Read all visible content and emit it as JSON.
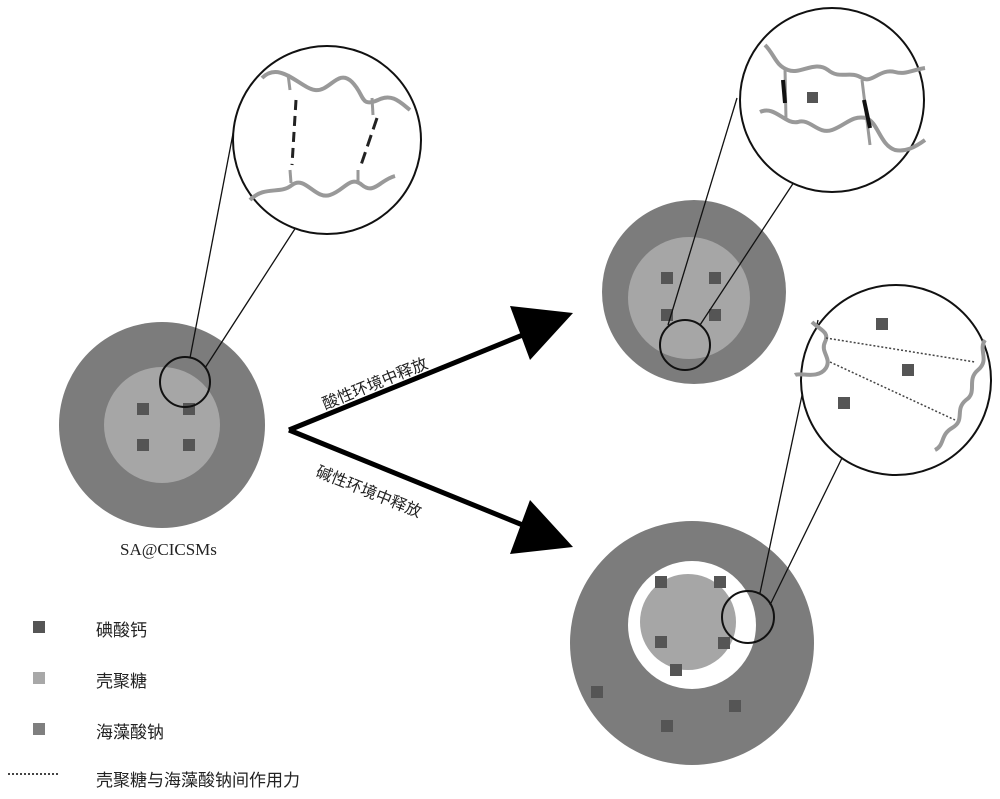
{
  "caption": "SA@CICSMs",
  "arrows": {
    "acid_label": "酸性环境中释放",
    "base_label": "碱性环境中释放"
  },
  "legend": {
    "items": [
      {
        "label": "碘酸钙",
        "color": "#555555",
        "icon": "dark-square"
      },
      {
        "label": "壳聚糖",
        "color": "#a8a8a8",
        "icon": "light-square"
      },
      {
        "label": "海藻酸钠",
        "color": "#7f7f7f",
        "icon": "gray-square"
      },
      {
        "label": "壳聚糖与海藻酸钠间作用力",
        "color": "#444444",
        "icon": "dotted-line"
      }
    ]
  },
  "colors": {
    "outer_shell": "#7c7c7c",
    "inner_core": "#a6a6a6",
    "particle": "#555555",
    "polymer_chain": "#9a9a9a",
    "outline": "#111111"
  }
}
